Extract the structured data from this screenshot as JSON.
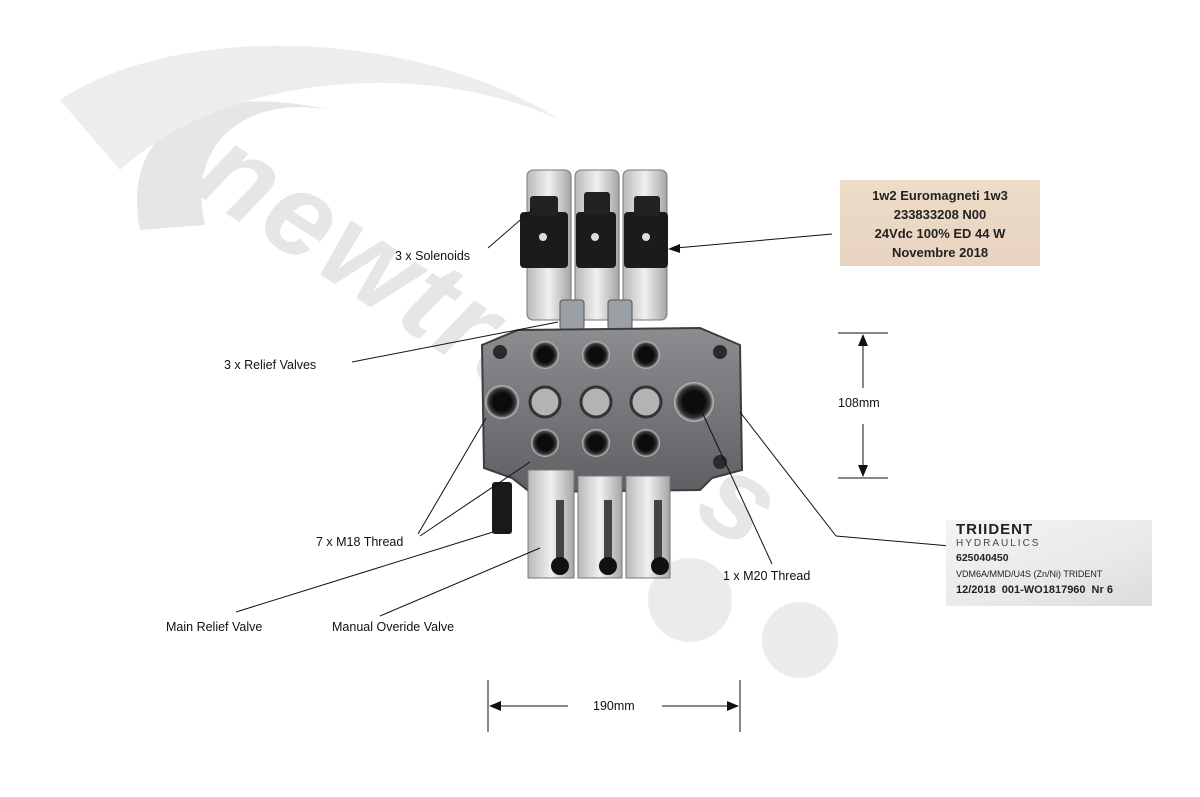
{
  "watermark": {
    "text": "newtrailers"
  },
  "callouts": {
    "solenoids": "3 x Solenoids",
    "relief_valves": "3 x Relief Valves",
    "m18_thread": "7 x M18 Thread",
    "main_relief": "Main Relief Valve",
    "manual_override": "Manual Overide Valve",
    "m20_thread": "1 x M20 Thread"
  },
  "dimensions": {
    "height": "108mm",
    "width": "190mm"
  },
  "coil_plate": {
    "line1": "1w2  Euromagneti  1w3",
    "line2": "233833208 N00",
    "line3": "24Vdc 100% ED 44 W",
    "line4": "Novembre 2018"
  },
  "trident_plate": {
    "brand": "TRIIDENT",
    "subtitle": "HYDRAULICS",
    "part_number": "625040450",
    "model": "VDM6A/MMD/U4S (Zn/Ni) TRIDENT",
    "date": "12/2018",
    "order": "001-WO1817960",
    "serial": "Nr 6"
  },
  "colors": {
    "body": "#6e7074",
    "coil": "#1a1a1a",
    "plate_tan": "#e9d6c2",
    "watermark": "#e4e4e4"
  }
}
